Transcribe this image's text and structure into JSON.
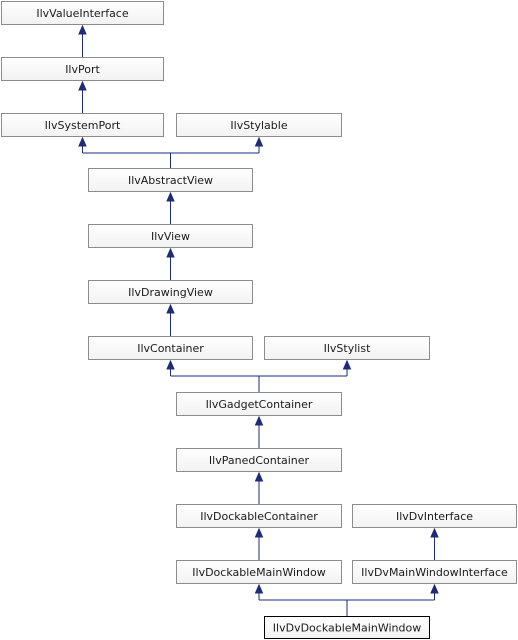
{
  "diagram": {
    "type": "class-inheritance",
    "colors": {
      "edge": "#1e2b78",
      "box_border": "#8c8c8c",
      "highlight_border": "#000000"
    },
    "nodes": [
      {
        "id": "valueinterface",
        "label": "IlvValueInterface"
      },
      {
        "id": "port",
        "label": "IlvPort"
      },
      {
        "id": "systemport",
        "label": "IlvSystemPort"
      },
      {
        "id": "stylable",
        "label": "IlvStylable"
      },
      {
        "id": "abstractview",
        "label": "IlvAbstractView"
      },
      {
        "id": "view",
        "label": "IlvView"
      },
      {
        "id": "drawingview",
        "label": "IlvDrawingView"
      },
      {
        "id": "container",
        "label": "IlvContainer"
      },
      {
        "id": "stylist",
        "label": "IlvStylist"
      },
      {
        "id": "gadgetcontainer",
        "label": "IlvGadgetContainer"
      },
      {
        "id": "panedcontainer",
        "label": "IlvPanedContainer"
      },
      {
        "id": "dockablecontainer",
        "label": "IlvDockableContainer"
      },
      {
        "id": "dvinterface",
        "label": "IlvDvInterface"
      },
      {
        "id": "dockablemainwindow",
        "label": "IlvDockableMainWindow"
      },
      {
        "id": "dvmainwindowinterface",
        "label": "IlvDvMainWindowInterface"
      },
      {
        "id": "dvdockablemainwindow",
        "label": "IlvDvDockableMainWindow",
        "highlighted": true
      }
    ],
    "edges": [
      {
        "child": "port",
        "parent": "valueinterface"
      },
      {
        "child": "systemport",
        "parent": "port"
      },
      {
        "child": "abstractview",
        "parent": "systemport"
      },
      {
        "child": "abstractview",
        "parent": "stylable"
      },
      {
        "child": "view",
        "parent": "abstractview"
      },
      {
        "child": "drawingview",
        "parent": "view"
      },
      {
        "child": "container",
        "parent": "drawingview"
      },
      {
        "child": "gadgetcontainer",
        "parent": "container"
      },
      {
        "child": "gadgetcontainer",
        "parent": "stylist"
      },
      {
        "child": "panedcontainer",
        "parent": "gadgetcontainer"
      },
      {
        "child": "dockablecontainer",
        "parent": "panedcontainer"
      },
      {
        "child": "dockablemainwindow",
        "parent": "dockablecontainer"
      },
      {
        "child": "dvmainwindowinterface",
        "parent": "dvinterface"
      },
      {
        "child": "dvdockablemainwindow",
        "parent": "dockablemainwindow"
      },
      {
        "child": "dvdockablemainwindow",
        "parent": "dvmainwindowinterface"
      }
    ]
  }
}
